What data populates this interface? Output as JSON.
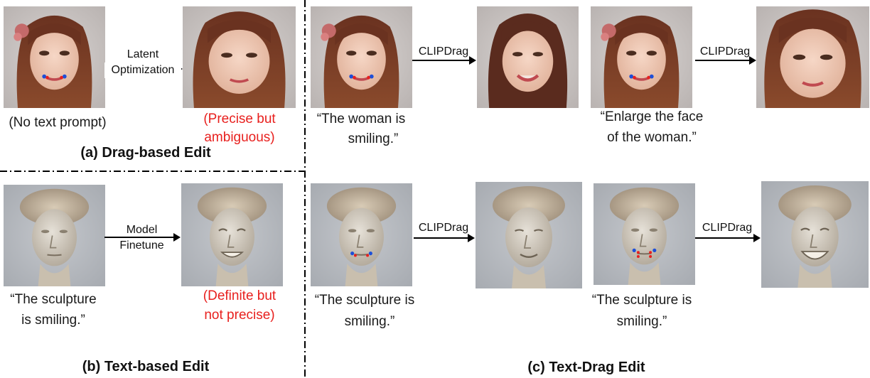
{
  "panel_a": {
    "title": "(a) Drag-based Edit",
    "input_caption": "(No text prompt)",
    "arrow_label_line1": "Latent",
    "arrow_label_line2": "Optimization",
    "output_caption_line1": "(Precise but",
    "output_caption_line2": "ambiguous)",
    "output_caption_color": "#e8201e"
  },
  "panel_b": {
    "title": "(b) Text-based Edit",
    "input_caption_line1": "“The sculpture",
    "input_caption_line2": "is smiling.”",
    "arrow_label_line1": "Model",
    "arrow_label_line2": "Finetune",
    "output_caption_line1": "(Definite but",
    "output_caption_line2": "not precise)",
    "output_caption_color": "#e8201e"
  },
  "panel_c": {
    "title": "(c) Text-Drag Edit",
    "arrow_label": "CLIPDrag",
    "examples": [
      {
        "caption_line1": "“The woman is",
        "caption_line2": "smiling.”"
      },
      {
        "caption_line1": "“Enlarge the face",
        "caption_line2": "of the woman.”"
      },
      {
        "caption_line1": "“The sculpture is",
        "caption_line2": "smiling.”"
      },
      {
        "caption_line1": "“The sculpture is",
        "caption_line2": "smiling.”"
      }
    ]
  },
  "images": {
    "woman_input": "woman-face-photo-with-drag-points",
    "woman_output_a": "woman-face-photo-edited",
    "woman_output_c1": "woman-face-photo-smiling",
    "woman_output_c2": "woman-face-photo-enlarged",
    "sculpture_input": "sculpture-head-photo",
    "sculpture_output": "sculpture-head-photo-smiling"
  },
  "colors": {
    "drag_handle": "#1d4fd8",
    "drag_target": "#e8201e",
    "divider": "#000000"
  }
}
